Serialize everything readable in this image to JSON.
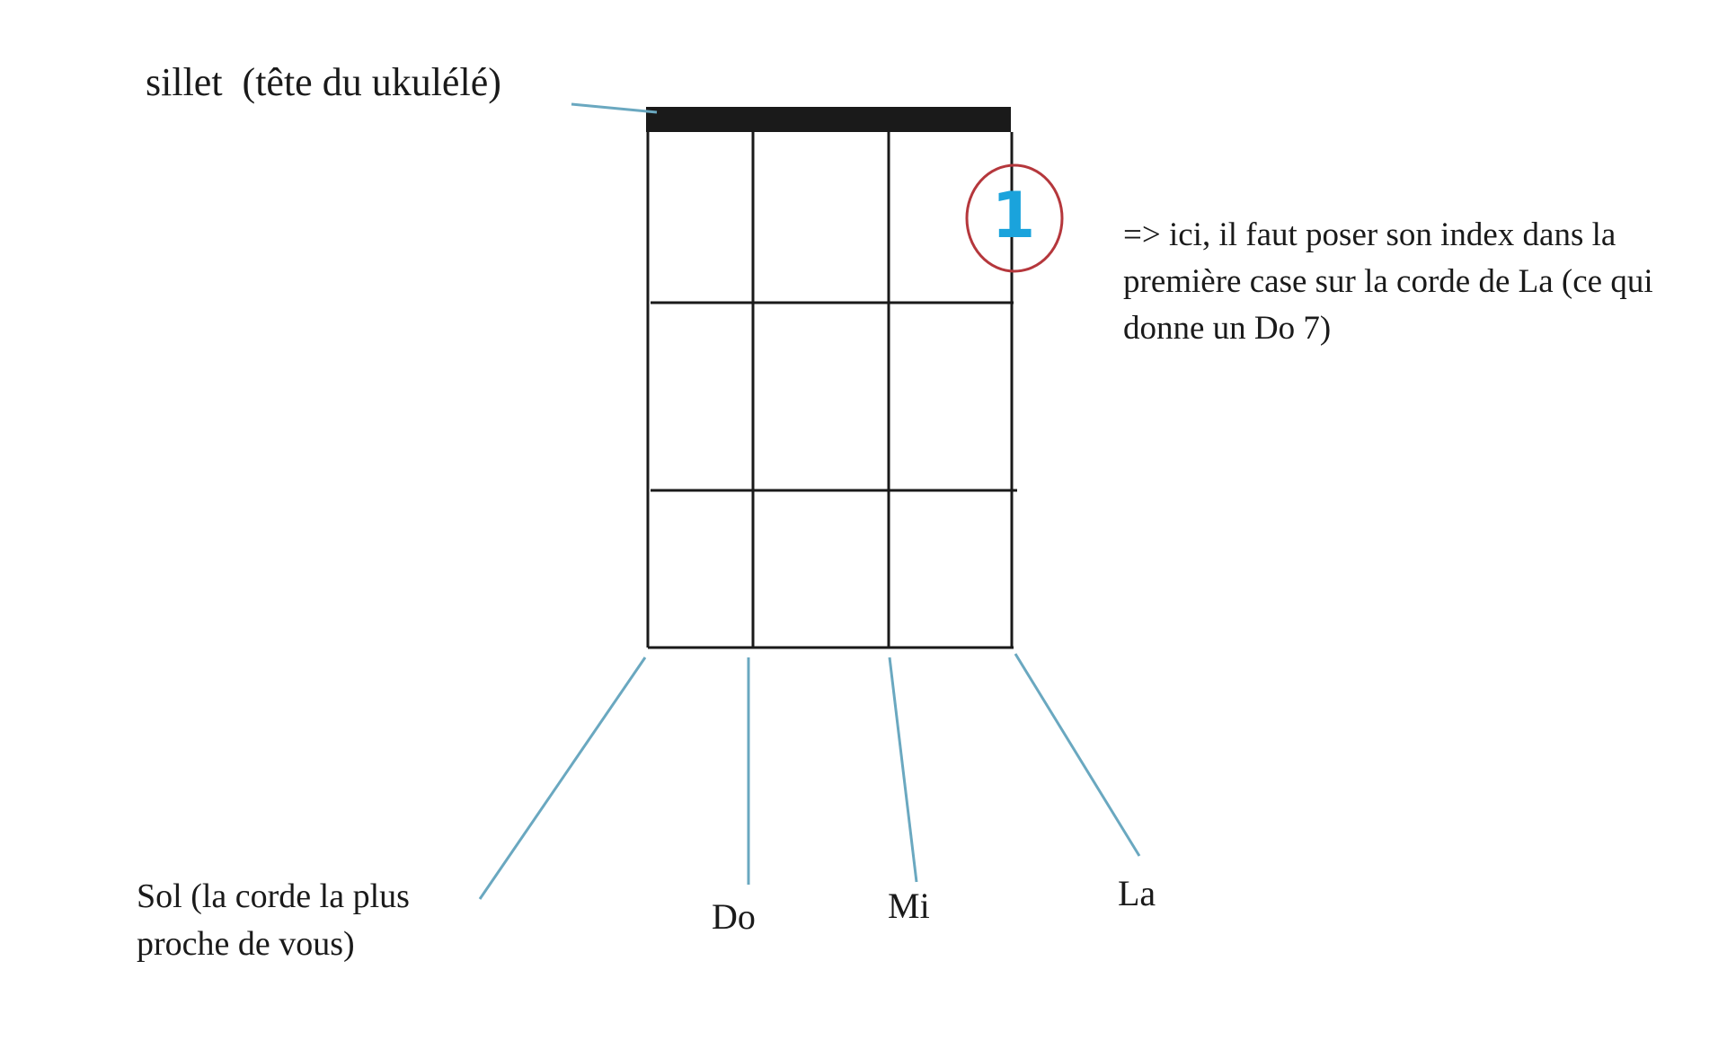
{
  "nut_label": "sillet  (tête du ukulélé)",
  "instruction": "=> ici, il faut poser son index dans la première case sur la corde de La (ce qui donne un Do 7)",
  "finger_number": "1",
  "strings": {
    "sol": "Sol (la corde la plus proche de vous)",
    "do": "Do",
    "mi": "Mi",
    "la": "La"
  },
  "colors": {
    "grid": "#1a1a1a",
    "leader_line": "#6aa8c0",
    "circle": "#b5373c",
    "finger_number": "#1aa3dc"
  },
  "finger_position": {
    "string": "La",
    "fret": 1
  }
}
